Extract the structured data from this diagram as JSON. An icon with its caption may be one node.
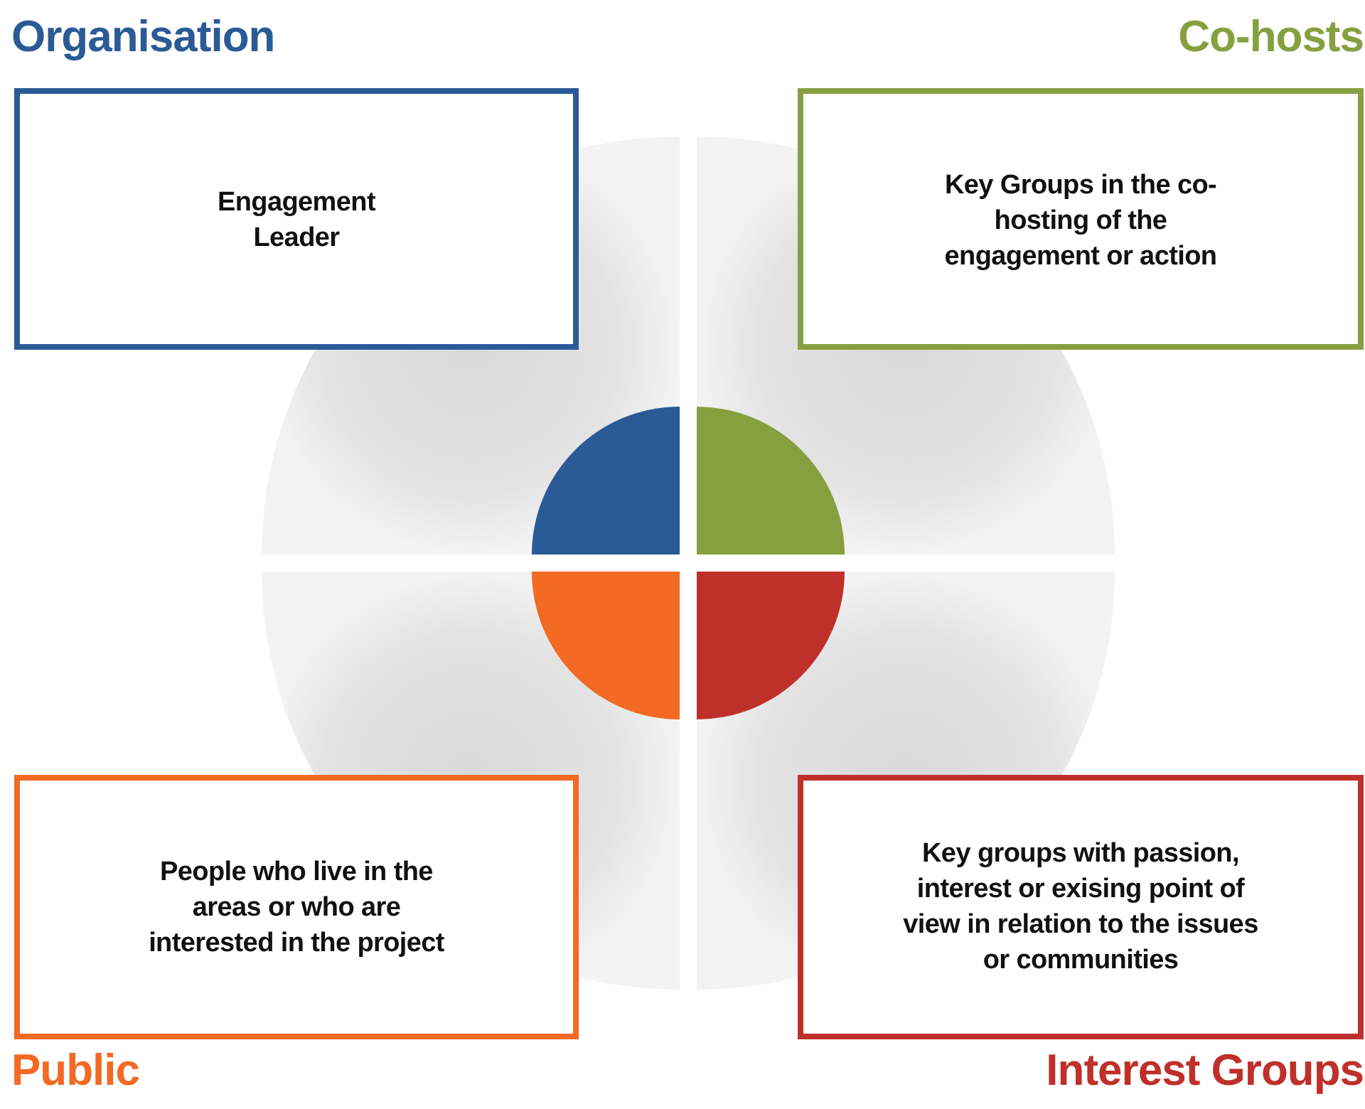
{
  "diagram": {
    "nodes": [
      {
        "text": [
          "Organisation",
          "Engagement Leader"
        ]
      },
      {
        "text": [
          "Co-hosts",
          "Key Groups in the co-hosting of the engagement or action"
        ]
      },
      {
        "text": [
          "People who live in the areas or who are interested in the project",
          "Public"
        ]
      },
      {
        "text": [
          "Key groups with passion, interest or exising point of view in relation to the issues or communities",
          "Interest Groups"
        ]
      }
    ]
  }
}
